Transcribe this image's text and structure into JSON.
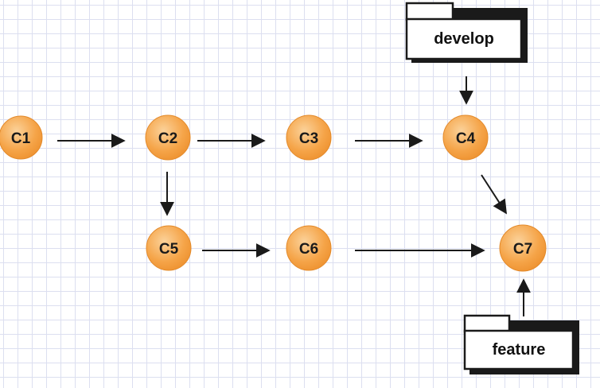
{
  "diagram": {
    "commits": [
      {
        "id": "C1",
        "label": "C1"
      },
      {
        "id": "C2",
        "label": "C2"
      },
      {
        "id": "C3",
        "label": "C3"
      },
      {
        "id": "C4",
        "label": "C4"
      },
      {
        "id": "C5",
        "label": "C5"
      },
      {
        "id": "C6",
        "label": "C6"
      },
      {
        "id": "C7",
        "label": "C7"
      }
    ],
    "edges": [
      {
        "from": "C1",
        "to": "C2"
      },
      {
        "from": "C2",
        "to": "C3"
      },
      {
        "from": "C3",
        "to": "C4"
      },
      {
        "from": "C2",
        "to": "C5"
      },
      {
        "from": "C5",
        "to": "C6"
      },
      {
        "from": "C6",
        "to": "C7"
      },
      {
        "from": "C4",
        "to": "C7"
      }
    ],
    "branches": [
      {
        "id": "develop",
        "label": "develop",
        "points_to": "C4"
      },
      {
        "id": "feature",
        "label": "feature",
        "points_to": "C7"
      }
    ],
    "colors": {
      "node_fill": "#f5a448",
      "node_highlight": "#fbd29a",
      "node_stroke": "#e38a2b",
      "arrow": "#1a1a1a",
      "grid": "#dcdff0"
    }
  }
}
